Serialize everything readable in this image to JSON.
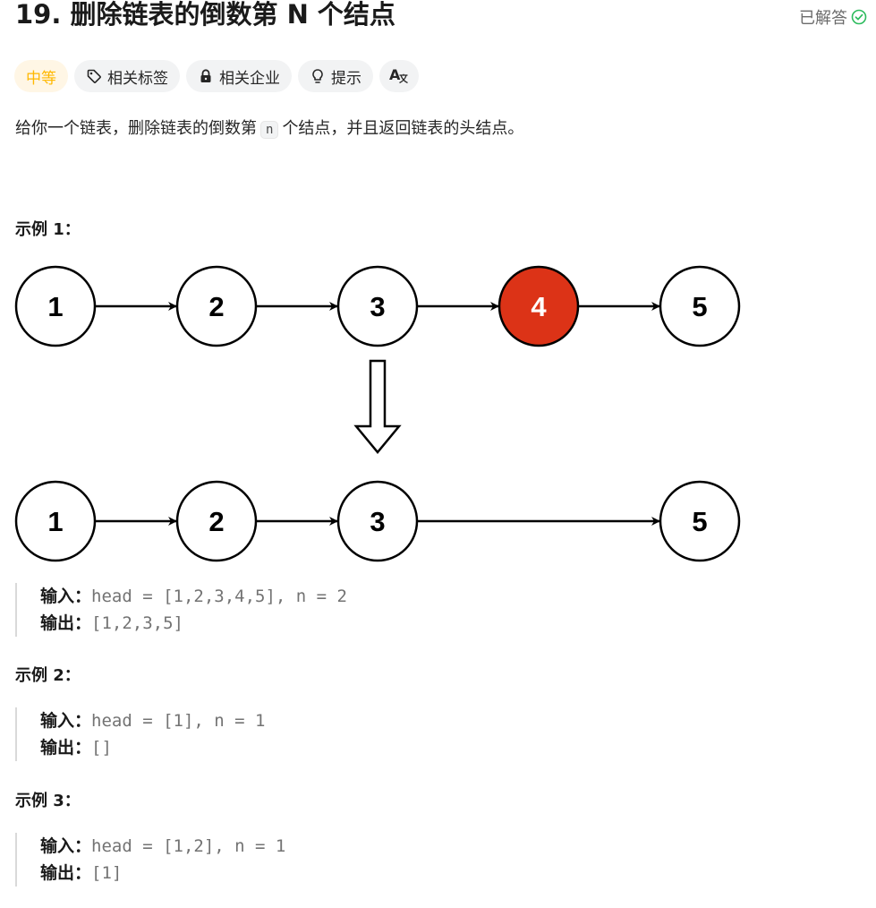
{
  "problem": {
    "title": "19. 删除链表的倒数第 N 个结点",
    "status": "已解答",
    "tags": {
      "difficulty": "中等",
      "topics": "相关标签",
      "companies": "相关企业",
      "hint": "提示",
      "translate": "A"
    },
    "description": {
      "before": "给你一个链表，删除链表的倒数第",
      "code": "n",
      "after": "个结点，并且返回链表的头结点。"
    }
  },
  "diagram": {
    "top_list": [
      "1",
      "2",
      "3",
      "4",
      "5"
    ],
    "removed_node": "4",
    "bottom_list": [
      "1",
      "2",
      "3",
      "5"
    ],
    "colors": {
      "removed_fill": "#dc3317",
      "node_stroke": "#000000"
    }
  },
  "examples": [
    {
      "title": "示例 1：",
      "input_label": "输入：",
      "input": "head = [1,2,3,4,5], n = 2",
      "output_label": "输出：",
      "output": "[1,2,3,5]"
    },
    {
      "title": "示例 2：",
      "input_label": "输入：",
      "input": "head = [1], n = 1",
      "output_label": "输出：",
      "output": "[]"
    },
    {
      "title": "示例 3：",
      "input_label": "输入：",
      "input": "head = [1,2], n = 1",
      "output_label": "输出：",
      "output": "[1]"
    }
  ],
  "icons": {
    "solved": "check-circle-icon",
    "topics": "tag-icon",
    "companies": "lock-icon",
    "hint": "lightbulb-icon",
    "translate": "translate-icon"
  }
}
